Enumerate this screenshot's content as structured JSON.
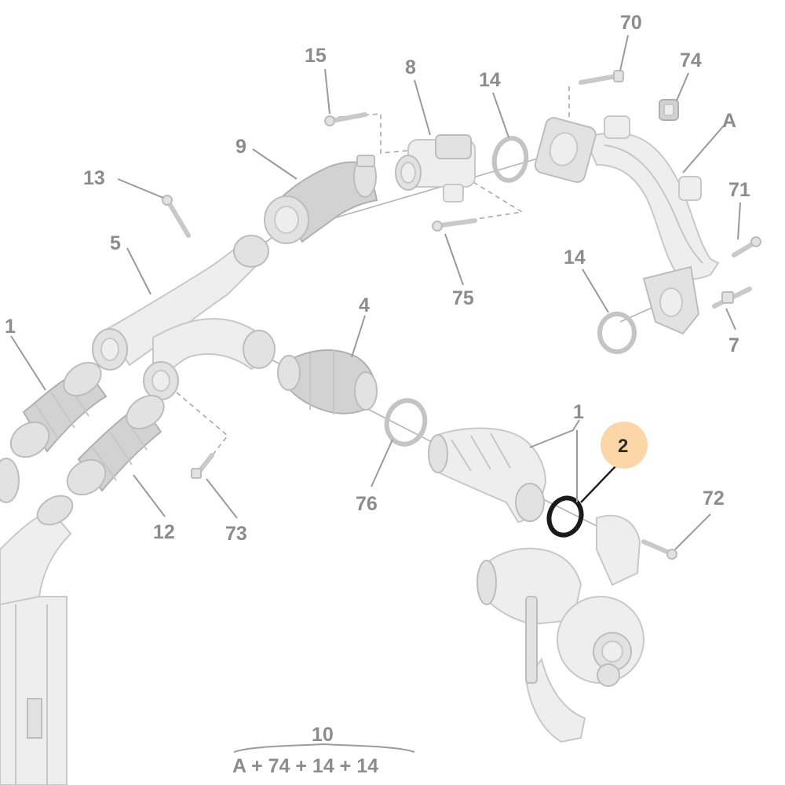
{
  "diagram": {
    "callouts": {
      "c70": "70",
      "c74": "74",
      "c15": "15",
      "c8": "8",
      "c14a": "14",
      "cA": "A",
      "c9": "9",
      "c13": "13",
      "c71": "71",
      "c5": "5",
      "c14b": "14",
      "c75": "75",
      "c1a": "1",
      "c4": "4",
      "c7": "7",
      "c1b": "1",
      "c2": "2",
      "c72": "72",
      "c76": "76",
      "c12": "12",
      "c73": "73",
      "c10": "10"
    },
    "highlighted_callout": "2",
    "kit_formula": "A + 74 + 14 + 14",
    "colors": {
      "highlight_badge": "#fbd7a8",
      "callout_text": "#8c8c8c",
      "highlight_text": "#2b2b2b",
      "part_fill": "#eeeeee",
      "part_stroke": "#c8c8c8"
    }
  }
}
